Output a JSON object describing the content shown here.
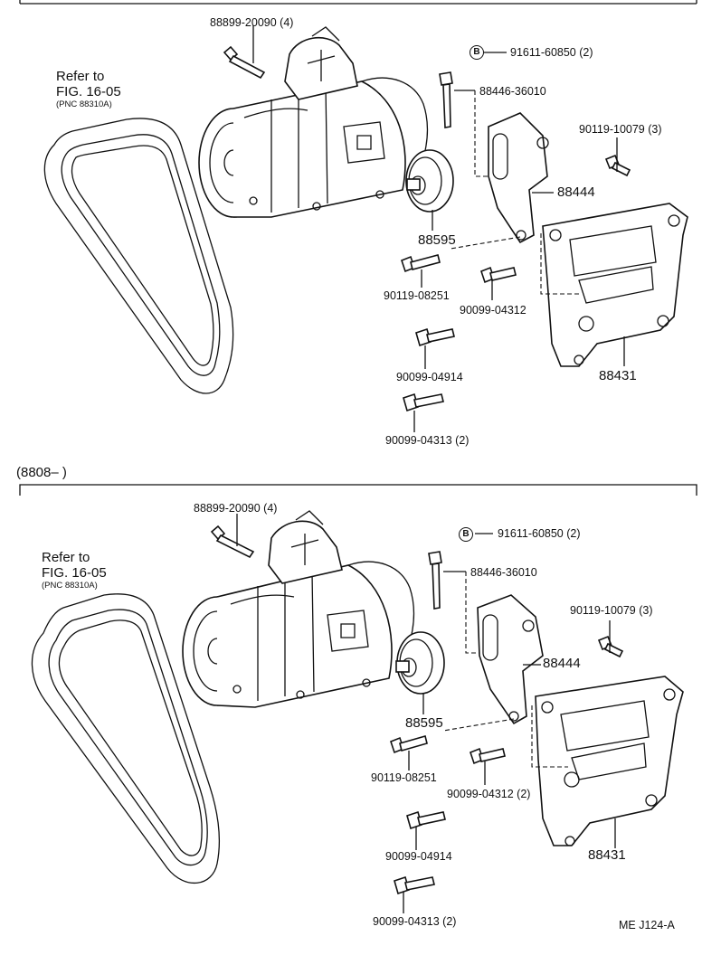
{
  "top": {
    "refer_line1": "Refer to",
    "refer_line2": "FIG. 16-05",
    "refer_line3": "(PNC 88310A)",
    "labels": {
      "p1": "88899-20090 (4)",
      "p2": "91611-60850 (2)",
      "p2_marker": "B",
      "p3": "88446-36010",
      "p4": "90119-10079 (3)",
      "p5": "88444",
      "p6": "88595",
      "p7": "90119-08251",
      "p8": "90099-04312",
      "p9": "90099-04914",
      "p10": "88431",
      "p11": "90099-04313 (2)"
    }
  },
  "bottom": {
    "range_label": "(8808–          )",
    "refer_line1": "Refer to",
    "refer_line2": "FIG. 16-05",
    "refer_line3": "(PNC 88310A)",
    "labels": {
      "p1": "88899-20090 (4)",
      "p2": "91611-60850 (2)",
      "p2_marker": "B",
      "p3": "88446-36010",
      "p4": "90119-10079 (3)",
      "p5": "88444",
      "p6": "88595",
      "p7": "90119-08251",
      "p8": "90099-04312 (2)",
      "p9": "90099-04914",
      "p10": "88431",
      "p11": "90099-04313 (2)"
    }
  },
  "footer_code": "ME  J124-A"
}
